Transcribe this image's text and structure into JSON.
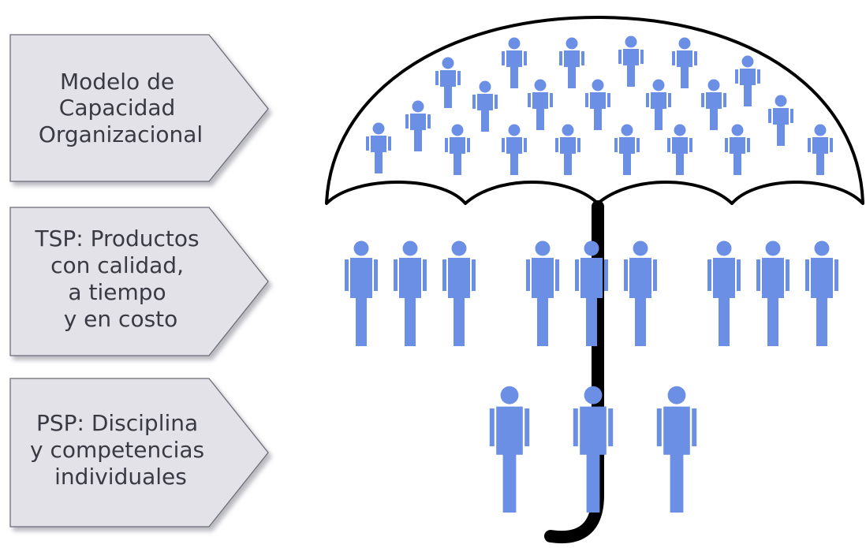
{
  "labels": [
    {
      "lines": [
        "Modelo de",
        "Capacidad",
        "Organizacional"
      ]
    },
    {
      "lines": [
        "TSP: Productos",
        "con calidad,",
        "a tiempo",
        "y en costo"
      ]
    },
    {
      "lines": [
        "PSP: Disciplina",
        "y competencias",
        "individuales"
      ]
    }
  ],
  "colors": {
    "arrow_fill": "#e2e2e8",
    "arrow_stroke": "#6d6d78",
    "text": "#3a3a44",
    "person": "#6c8fe6",
    "umbrella": "#000000"
  },
  "icons": {
    "person": "person-icon",
    "umbrella": "umbrella-icon"
  }
}
